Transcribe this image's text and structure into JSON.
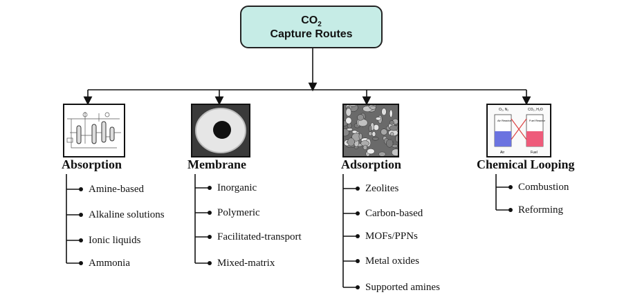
{
  "root": {
    "title_main": "CO",
    "title_sub": "2",
    "title_line2": "Capture Routes"
  },
  "categories": [
    {
      "name": "Absorption",
      "icon": "process-flowsheet-icon",
      "items": [
        "Amine-based",
        "Alkaline solutions",
        "Ionic liquids",
        "Ammonia"
      ]
    },
    {
      "name": "Membrane",
      "icon": "hollow-fiber-membrane-icon",
      "items": [
        "Inorganic",
        "Polymeric",
        "Facilitated-transport",
        "Mixed-matrix"
      ]
    },
    {
      "name": "Adsorption",
      "icon": "porous-sorbent-micrograph-icon",
      "items": [
        "Zeolites",
        "Carbon-based",
        "MOFs/PPNs",
        "Metal oxides",
        "Supported amines"
      ]
    },
    {
      "name": "Chemical Looping",
      "icon": "dual-reactor-loop-icon",
      "items": [
        "Combustion",
        "Reforming"
      ]
    }
  ],
  "looping_labels": {
    "left_top": "O₂, N₂",
    "right_top": "CO₂, H₂O",
    "left_reactor": "Air Reactor",
    "right_reactor": "Fuel Reactor",
    "left_bottom": "Air",
    "right_bottom": "Fuel"
  },
  "colors": {
    "root_fill": "#c6ece6",
    "line": "#111111",
    "air_reactor": "#6b73e0",
    "fuel_reactor": "#ee5b7a"
  }
}
